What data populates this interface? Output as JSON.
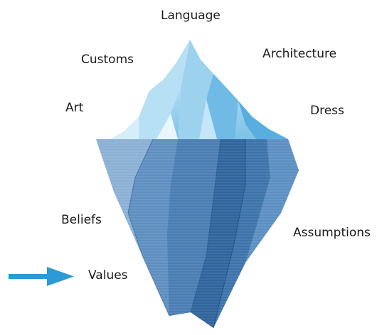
{
  "above_water": [
    "Language",
    "Customs",
    "Architecture",
    "Art",
    "Dress"
  ],
  "below_water": [
    "Beliefs",
    "Assumptions",
    "Values"
  ],
  "highlighted": "Values",
  "colors": {
    "tip_light": "#cfe9f7",
    "tip_mid": "#8dcbec",
    "tip_dark": "#4ea5d6",
    "under_light": "#6a9cc8",
    "under_mid": "#3f78ad",
    "under_dark": "#1f4f86",
    "arrow": "#2b9ad6",
    "text": "#1a1a1a"
  }
}
